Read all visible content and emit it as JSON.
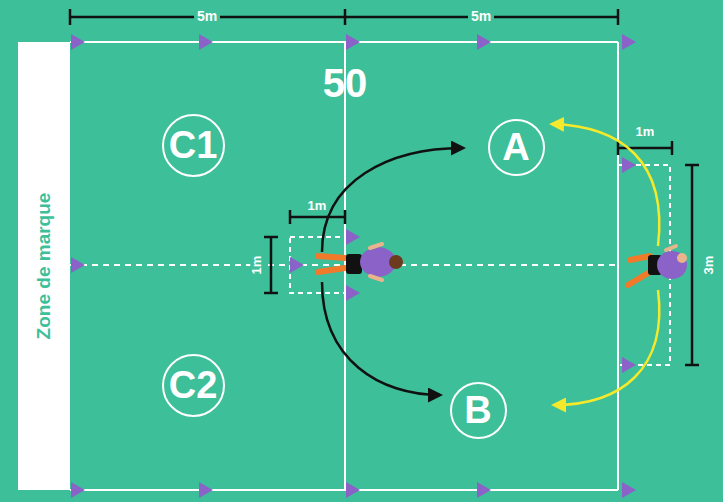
{
  "diagram": {
    "nodes": [
      {
        "text": [
          "Zone de marque"
        ]
      },
      {
        "text": [
          "C1"
        ]
      },
      {
        "text": [
          "A"
        ]
      },
      {
        "text": [
          "C2"
        ]
      },
      {
        "text": [
          "B"
        ]
      }
    ],
    "labels": [
      "5m",
      "5m",
      "50",
      "1m",
      "1m",
      "1m",
      "3m"
    ]
  }
}
